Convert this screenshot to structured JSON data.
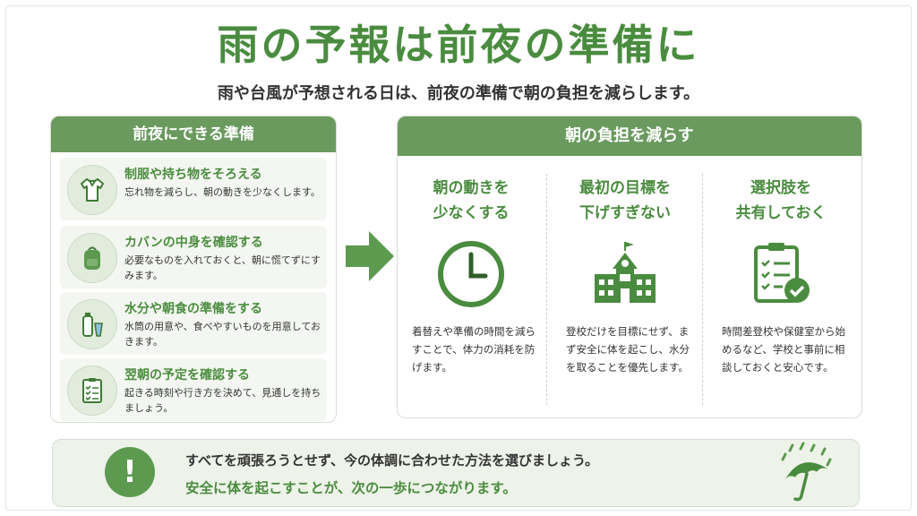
{
  "title": "雨の予報は前夜の準備に",
  "subtitle": "雨や台風が予想される日は、前夜の準備で朝の負担を減らします。",
  "left_panel": {
    "header": "前夜にできる準備",
    "items": [
      {
        "icon": "shirt-icon",
        "title": "制服や持ち物をそろえる",
        "desc": "忘れ物を減らし、朝の動きを少なくします。"
      },
      {
        "icon": "backpack-icon",
        "title": "カバンの中身を確認する",
        "desc": "必要なものを入れておくと、朝に慌てずにすみます。"
      },
      {
        "icon": "bottle-cup-icon",
        "title": "水分や朝食の準備をする",
        "desc": "水筒の用意や、食べやすいものを用意しておきます。"
      },
      {
        "icon": "checklist-icon",
        "title": "翌朝の予定を確認する",
        "desc": "起きる時刻や行き方を決めて、見通しを持ちましょう。"
      }
    ]
  },
  "right_panel": {
    "header": "朝の負担を減らす",
    "columns": [
      {
        "title_l1": "朝の動きを",
        "title_l2": "少なくする",
        "icon": "clock-icon",
        "desc": "着替えや準備の時間を減らすことで、体力の消耗を防げます。"
      },
      {
        "title_l1": "最初の目標を",
        "title_l2": "下げすぎない",
        "icon": "school-icon",
        "desc": "登校だけを目標にせず、まず安全に体を起こし、水分を取ることを優先します。"
      },
      {
        "title_l1": "選択肢を",
        "title_l2": "共有しておく",
        "icon": "clipboard-check-icon",
        "desc": "時間差登校や保健室から始めるなど、学校と事前に相談しておくと安心です。"
      }
    ]
  },
  "bottom": {
    "line1": "すべてを頑張ろうとせず、今の体調に合わせた方法を選びましょう。",
    "line2": "安全に体を起こすことが、次の一歩につながります。",
    "alert_icon": "exclamation-icon",
    "decor_icon": "umbrella-rain-icon",
    "alert_symbol": "!"
  },
  "colors": {
    "accent": "#4a8c3f",
    "header_bg": "#6a9a5e",
    "panel_bg": "#eef3ea"
  }
}
